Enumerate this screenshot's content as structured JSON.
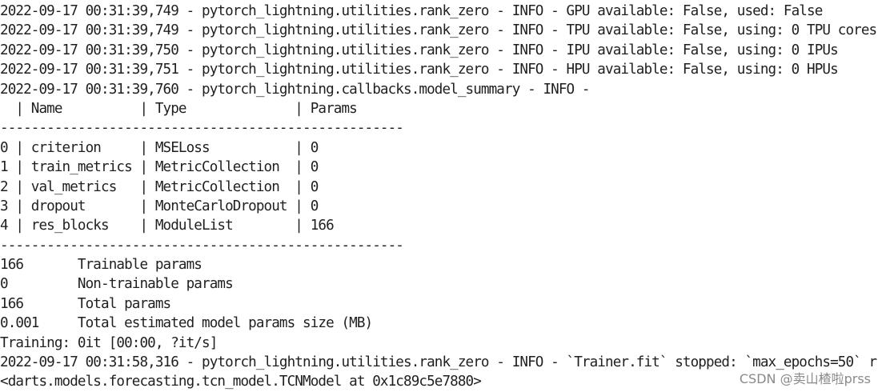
{
  "console": {
    "lines": [
      {
        "kind": "log",
        "text": "2022-09-17 00:31:39,749 - pytorch_lightning.utilities.rank_zero - INFO - GPU available: False, used: False"
      },
      {
        "kind": "log",
        "text": "2022-09-17 00:31:39,749 - pytorch_lightning.utilities.rank_zero - INFO - TPU available: False, using: 0 TPU cores"
      },
      {
        "kind": "log",
        "text": "2022-09-17 00:31:39,750 - pytorch_lightning.utilities.rank_zero - INFO - IPU available: False, using: 0 IPUs"
      },
      {
        "kind": "log",
        "text": "2022-09-17 00:31:39,751 - pytorch_lightning.utilities.rank_zero - INFO - HPU available: False, using: 0 HPUs"
      },
      {
        "kind": "log",
        "text": "2022-09-17 00:31:39,760 - pytorch_lightning.callbacks.model_summary - INFO -"
      },
      {
        "kind": "summary",
        "text": "  | Name          | Type              | Params"
      },
      {
        "kind": "sep",
        "text": "----------------------------------------------------"
      },
      {
        "kind": "summary",
        "text": "0 | criterion     | MSELoss           | 0"
      },
      {
        "kind": "summary",
        "text": "1 | train_metrics | MetricCollection  | 0"
      },
      {
        "kind": "summary",
        "text": "2 | val_metrics   | MetricCollection  | 0"
      },
      {
        "kind": "summary",
        "text": "3 | dropout       | MonteCarloDropout | 0"
      },
      {
        "kind": "summary",
        "text": "4 | res_blocks    | ModuleList        | 166"
      },
      {
        "kind": "sep",
        "text": "----------------------------------------------------"
      },
      {
        "kind": "stat",
        "text": "166       Trainable params"
      },
      {
        "kind": "stat",
        "text": "0         Non-trainable params"
      },
      {
        "kind": "stat",
        "text": "166       Total params"
      },
      {
        "kind": "stat",
        "text": "0.001     Total estimated model params size (MB)"
      },
      {
        "kind": "stat",
        "text": "Training: 0it [00:00, ?it/s]"
      },
      {
        "kind": "log",
        "text": "2022-09-17 00:31:58,316 - pytorch_lightning.utilities.rank_zero - INFO - `Trainer.fit` stopped: `max_epochs=50` r"
      },
      {
        "kind": "repr",
        "text": "<darts.models.forecasting.tcn_model.TCNModel at 0x1c89c5e7880>"
      }
    ]
  },
  "watermark": "CSDN @卖山楂啦prss"
}
